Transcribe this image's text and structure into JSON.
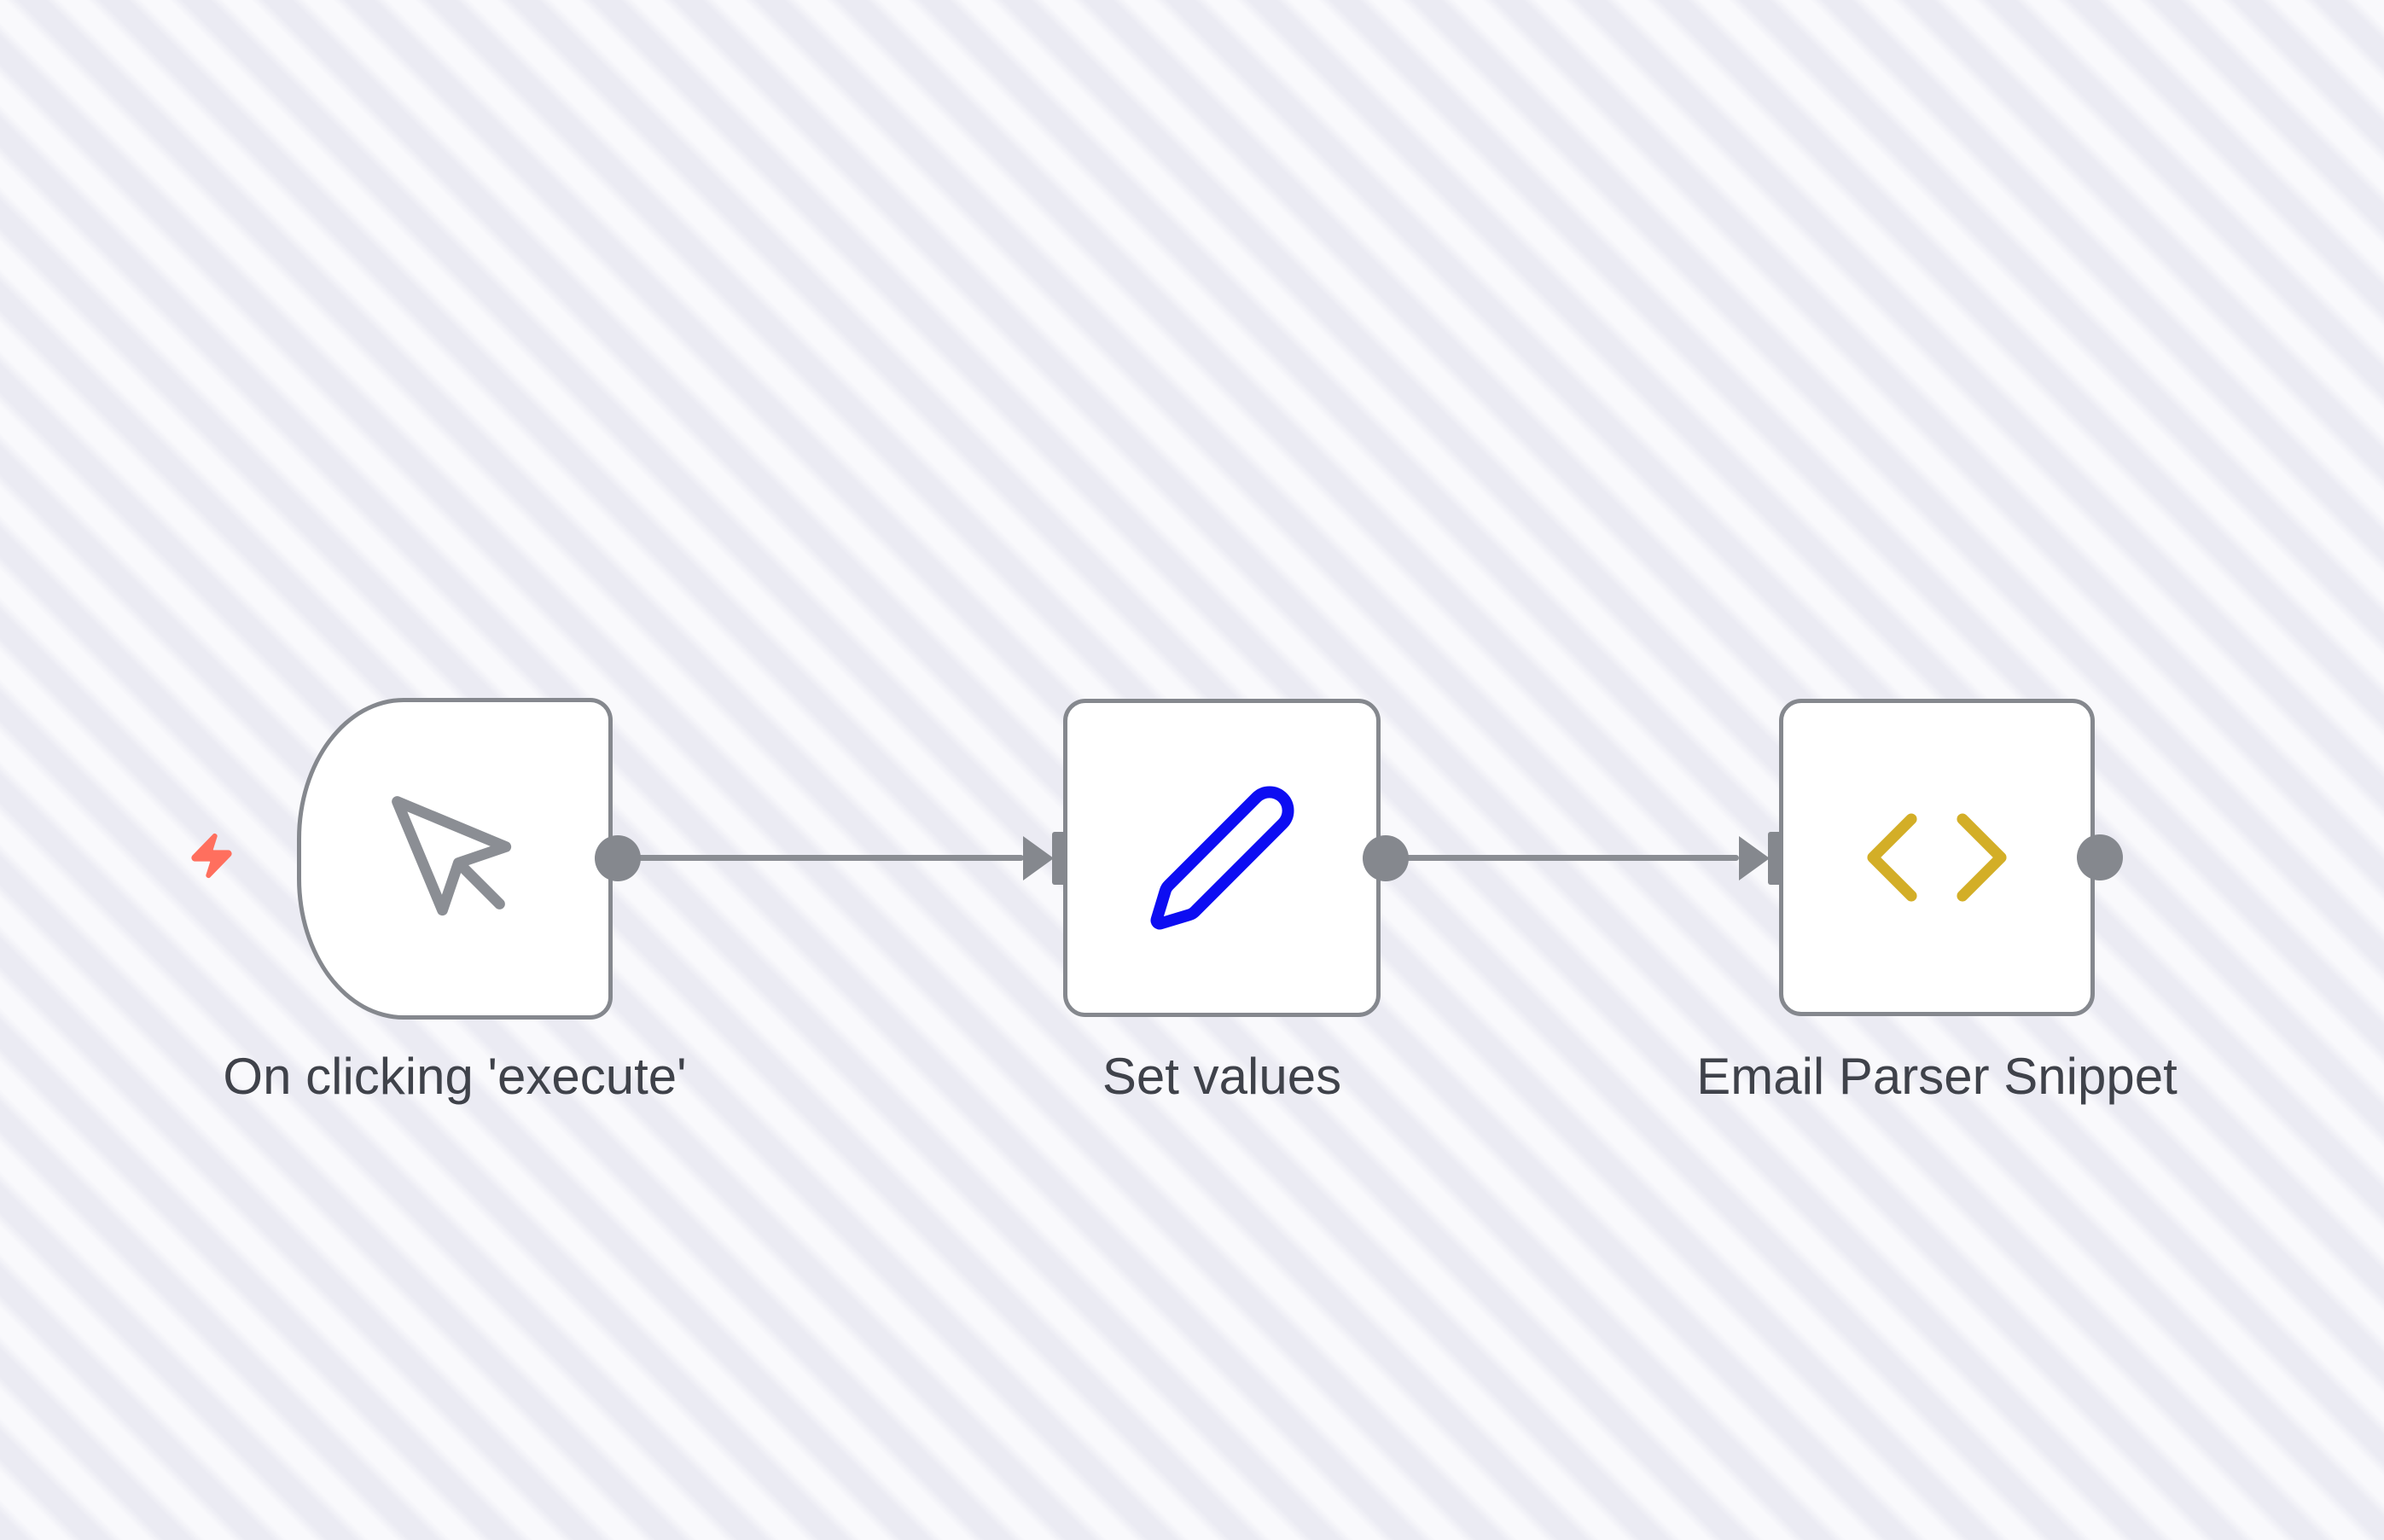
{
  "app": {
    "name": "workflow-editor-canvas",
    "background": {
      "stripe_color_dark": "#ebebf3",
      "stripe_color_light": "#f9f9fc"
    },
    "connector_color": "#85888e",
    "node_border_color": "#85888e",
    "node_background": "#ffffff",
    "label_color": "#3f424a"
  },
  "workflow": {
    "nodes": [
      {
        "label": "On clicking 'execute'",
        "type": "trigger",
        "icon": "mouse-pointer-icon",
        "icon_color": "#8b8e94",
        "badge_icon": "lightning-bolt-icon",
        "badge_color": "#ff6f5e",
        "has_input": false,
        "has_output": true
      },
      {
        "label": "Set values",
        "type": "action",
        "icon": "pencil-icon",
        "icon_color": "#0d0df2",
        "has_input": true,
        "has_output": true
      },
      {
        "label": "Email Parser Snippet",
        "type": "action",
        "icon": "code-icon",
        "icon_color": "#d3ae27",
        "has_input": true,
        "has_output": true
      }
    ],
    "connections": [
      {
        "from": "On clicking 'execute'",
        "to": "Set values"
      },
      {
        "from": "Set values",
        "to": "Email Parser Snippet"
      }
    ]
  }
}
